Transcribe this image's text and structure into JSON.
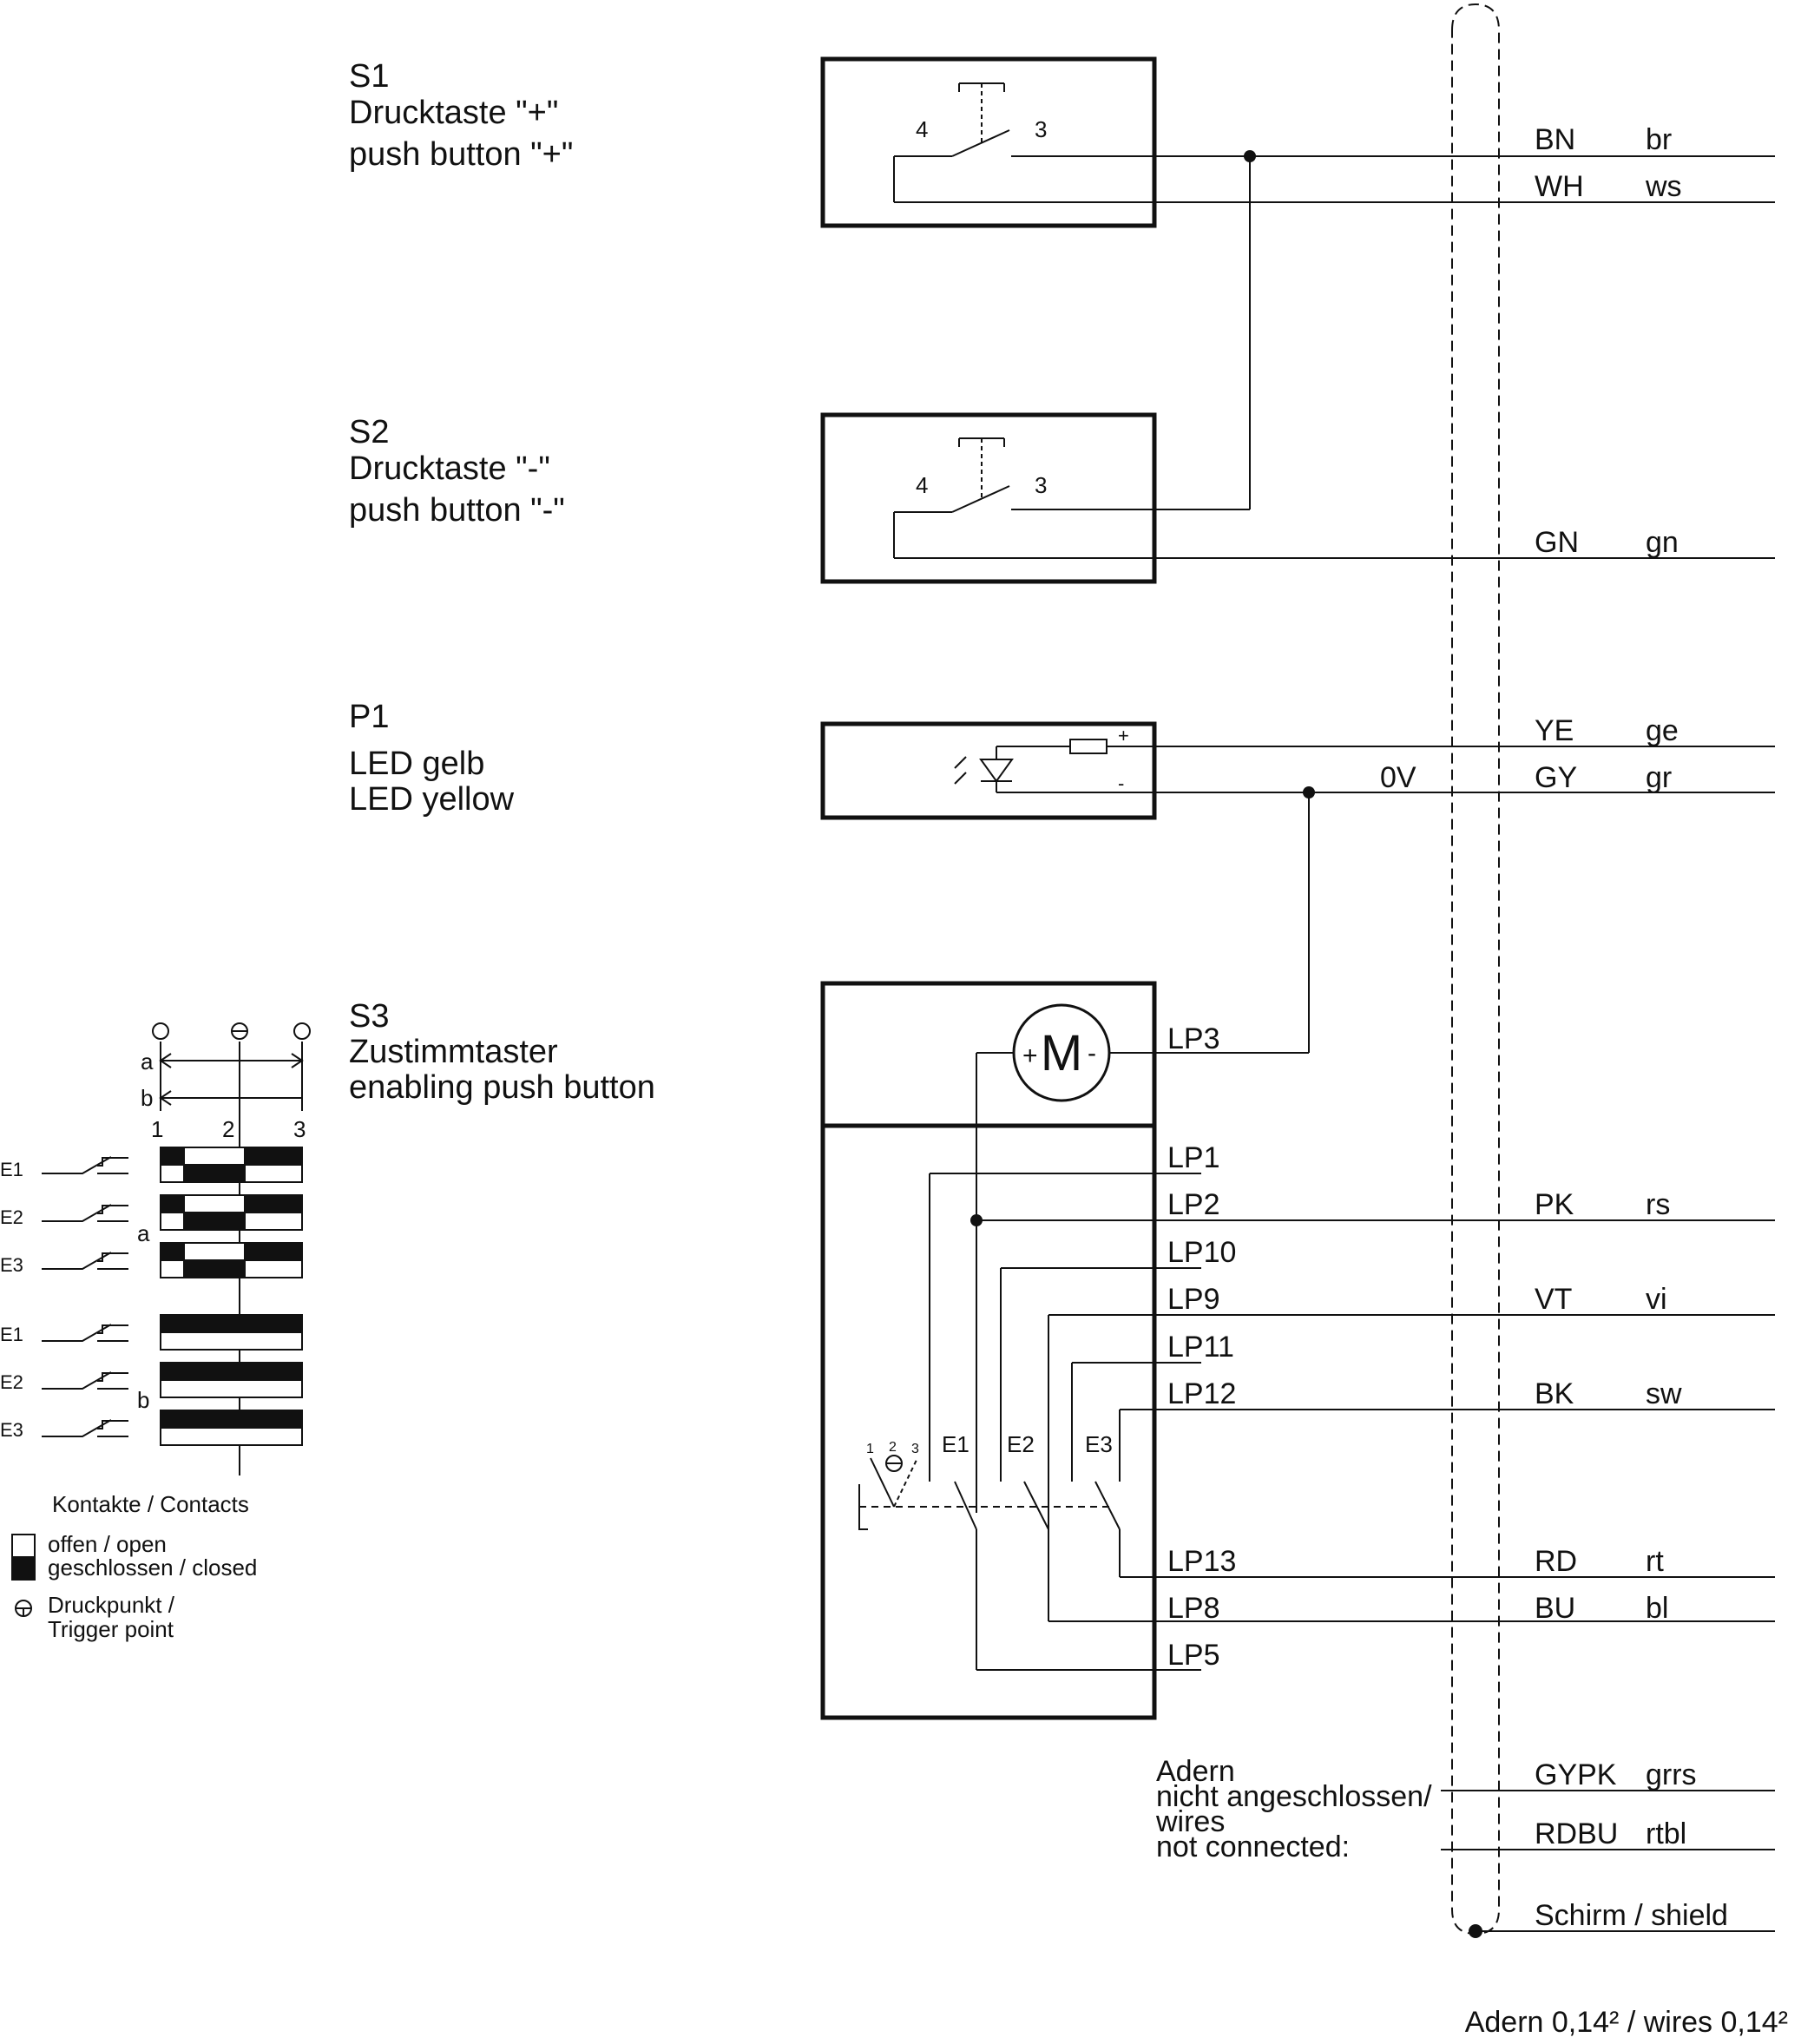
{
  "components": {
    "s1": {
      "id": "S1",
      "de": "Drucktaste \"+\"",
      "en": "push button \"+\"",
      "pin_left": "4",
      "pin_right": "3"
    },
    "s2": {
      "id": "S2",
      "de": "Drucktaste \"-\"",
      "en": "push button \"-\"",
      "pin_left": "4",
      "pin_right": "3"
    },
    "p1": {
      "id": "P1",
      "de": "LED gelb",
      "en": "LED yellow",
      "plus": "+",
      "minus": "-",
      "zero_volt": "0V"
    },
    "s3": {
      "id": "S3",
      "de": "Zustimmtaster",
      "en": "enabling push button",
      "motor": "M",
      "motor_plus": "+",
      "motor_minus": "-"
    }
  },
  "wires": [
    {
      "code": "BN",
      "color": "br"
    },
    {
      "code": "WH",
      "color": "ws"
    },
    {
      "code": "GN",
      "color": "gn"
    },
    {
      "code": "YE",
      "color": "ge"
    },
    {
      "code": "GY",
      "color": "gr"
    },
    {
      "code": "PK",
      "color": "rs"
    },
    {
      "code": "VT",
      "color": "vi"
    },
    {
      "code": "BK",
      "color": "sw"
    },
    {
      "code": "RD",
      "color": "rt"
    },
    {
      "code": "BU",
      "color": "bl"
    },
    {
      "code": "GYPK",
      "color": "grrs"
    },
    {
      "code": "RDBU",
      "color": "rtbl"
    }
  ],
  "lp_pins": [
    "LP3",
    "LP1",
    "LP2",
    "LP10",
    "LP9",
    "LP11",
    "LP12",
    "LP13",
    "LP8",
    "LP5"
  ],
  "contacts_inner": [
    "E1",
    "E2",
    "E3"
  ],
  "inner_positions": [
    "1",
    "2",
    "3"
  ],
  "not_connected": {
    "l1": "Adern",
    "l2": "nicht angeschlossen/",
    "l3": "wires",
    "l4": "not connected:"
  },
  "shield": "Schirm / shield",
  "footer": "Adern 0,14² / wires 0,14²",
  "legend": {
    "axis_a": "a",
    "axis_b": "b",
    "positions": [
      "1",
      "2",
      "3"
    ],
    "contacts": [
      "E1",
      "E2",
      "E3",
      "E1",
      "E2",
      "E3"
    ],
    "group_a": "a",
    "group_b": "b",
    "title": "Kontakte / Contacts",
    "open": "offen / open",
    "closed": "geschlossen / closed",
    "trigger_l1": "Druckpunkt /",
    "trigger_l2": "Trigger point"
  }
}
